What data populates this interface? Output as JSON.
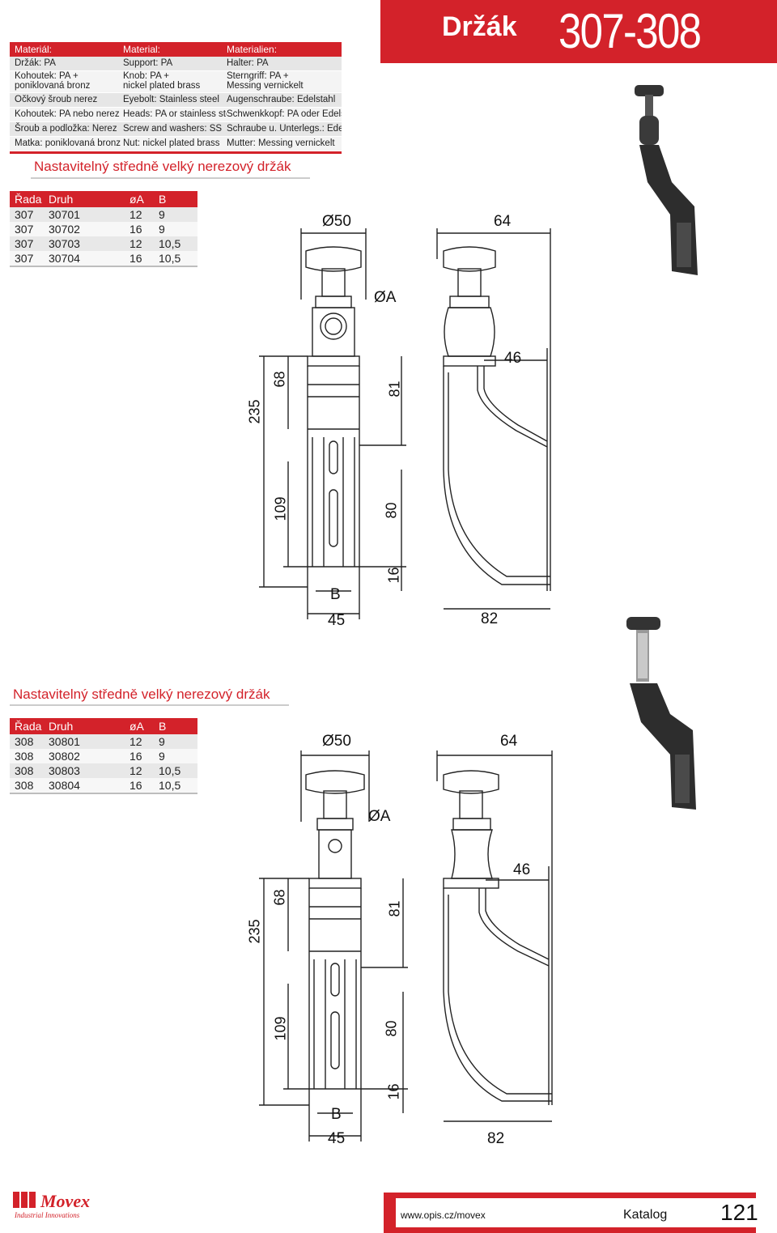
{
  "header": {
    "title": "Držák",
    "code": "307-308"
  },
  "materials": {
    "headers": [
      "Materiál:",
      "Material:",
      "Materialien:"
    ],
    "rows": [
      {
        "c1": "Držák: PA",
        "c2": "Support: PA",
        "c3": "Halter: PA"
      },
      {
        "c1": "Kohoutek:  PA +",
        "c1b": "poniklovaná bronz",
        "c2": "Knob: PA +",
        "c2b": "nickel plated brass",
        "c3": "Sterngriff: PA +",
        "c3b": "Messing vernickelt"
      },
      {
        "c1": "Očkový šroub nerez",
        "c2": "Eyebolt: Stainless steel",
        "c3": "Augenschraube: Edelstahl"
      },
      {
        "c1": "Kohoutek: PA nebo nerez",
        "c2": "Heads: PA or stainless steel",
        "c3": "Schwenkkopf: PA oder Edelstahl"
      },
      {
        "c1": "Šroub a podložka: Nerez",
        "c2": "Screw and washers: SS",
        "c3": "Schraube u. Unterlegs.: Edelstahl"
      },
      {
        "c1": "Matka: poniklovaná bronz",
        "c2": "Nut: nickel plated brass",
        "c3": "Mutter: Messing vernickelt"
      }
    ]
  },
  "sections": [
    {
      "title": "Nastavitelný středně velký nerezový držák",
      "table": {
        "headers": [
          "Řada",
          "Druh",
          "øA",
          "B"
        ],
        "rows": [
          [
            "307",
            "30701",
            "12",
            "9"
          ],
          [
            "307",
            "30702",
            "16",
            "9"
          ],
          [
            "307",
            "30703",
            "12",
            "10,5"
          ],
          [
            "307",
            "30704",
            "16",
            "10,5"
          ]
        ]
      },
      "dims": {
        "d50": "Ø50",
        "d64": "64",
        "dA": "ØA",
        "d46": "46",
        "d235": "235",
        "d68": "68",
        "d81": "81",
        "d109": "109",
        "d80": "80",
        "d16": "16",
        "dB": "B",
        "d45": "45",
        "d82": "82"
      }
    },
    {
      "title": "Nastavitelný středně velký nerezový držák",
      "table": {
        "headers": [
          "Řada",
          "Druh",
          "øA",
          "B"
        ],
        "rows": [
          [
            "308",
            "30801",
            "12",
            "9"
          ],
          [
            "308",
            "30802",
            "16",
            "9"
          ],
          [
            "308",
            "30803",
            "12",
            "10,5"
          ],
          [
            "308",
            "30804",
            "16",
            "10,5"
          ]
        ]
      },
      "dims": {
        "d50": "Ø50",
        "d64": "64",
        "dA": "ØA",
        "d46": "46",
        "d235": "235",
        "d68": "68",
        "d81": "81",
        "d109": "109",
        "d80": "80",
        "d16": "16",
        "dB": "B",
        "d45": "45",
        "d82": "82"
      }
    }
  ],
  "footer": {
    "url": "www.opis.cz/movex",
    "katalog": "Katalog",
    "page": "121",
    "logo_text": "Movex",
    "logo_tagline": "Industrial Innovations"
  },
  "colors": {
    "accent": "#d3222a",
    "row_alt": "#e6e6e6"
  }
}
